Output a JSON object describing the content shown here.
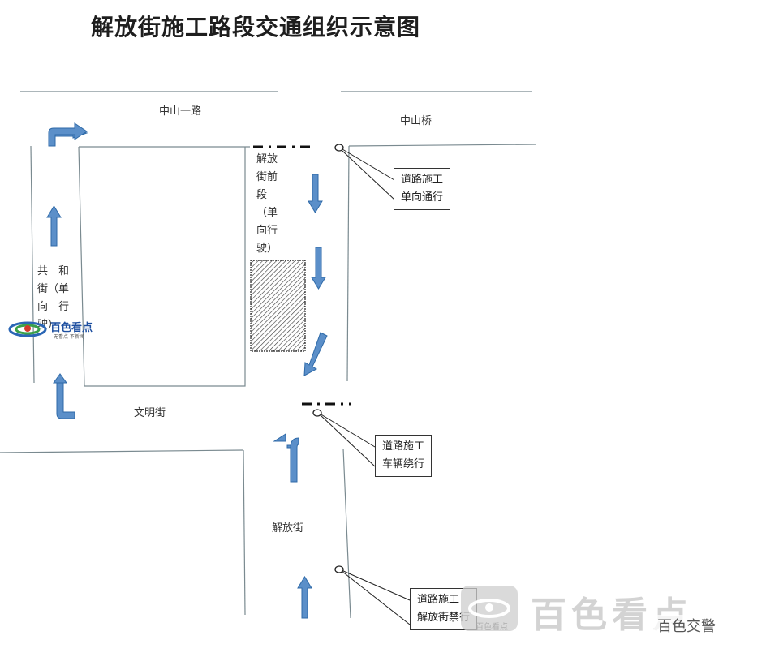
{
  "title": "解放街施工路段交通组织示意图",
  "streets": {
    "zhongshan_road": "中山一路",
    "zhongshan_bridge": "中山桥",
    "wenming_street": "文明街",
    "jiefang_street": "解放街",
    "jiefang_front": [
      "解放",
      "街前",
      "段",
      "（单",
      "向行",
      "驶）"
    ],
    "gonghe_street": [
      "共　和",
      "街（单",
      "向　行",
      "驶）"
    ]
  },
  "callouts": {
    "one_way": [
      "道路施工",
      "单向通行"
    ],
    "detour": [
      "道路施工",
      "车辆绕行"
    ],
    "no_entry": [
      "道路施工",
      "解放街禁行"
    ]
  },
  "logo": {
    "name": "百色看点",
    "tagline": "无看点 不新闻"
  },
  "watermark": {
    "name": "百色看点",
    "account": "百色交警",
    "small": "百色看点"
  },
  "colors": {
    "arrow": "#5b8fc9",
    "arrow_stroke": "#2f6aa8",
    "road": "#7a8a90",
    "hatch": "#333333"
  }
}
